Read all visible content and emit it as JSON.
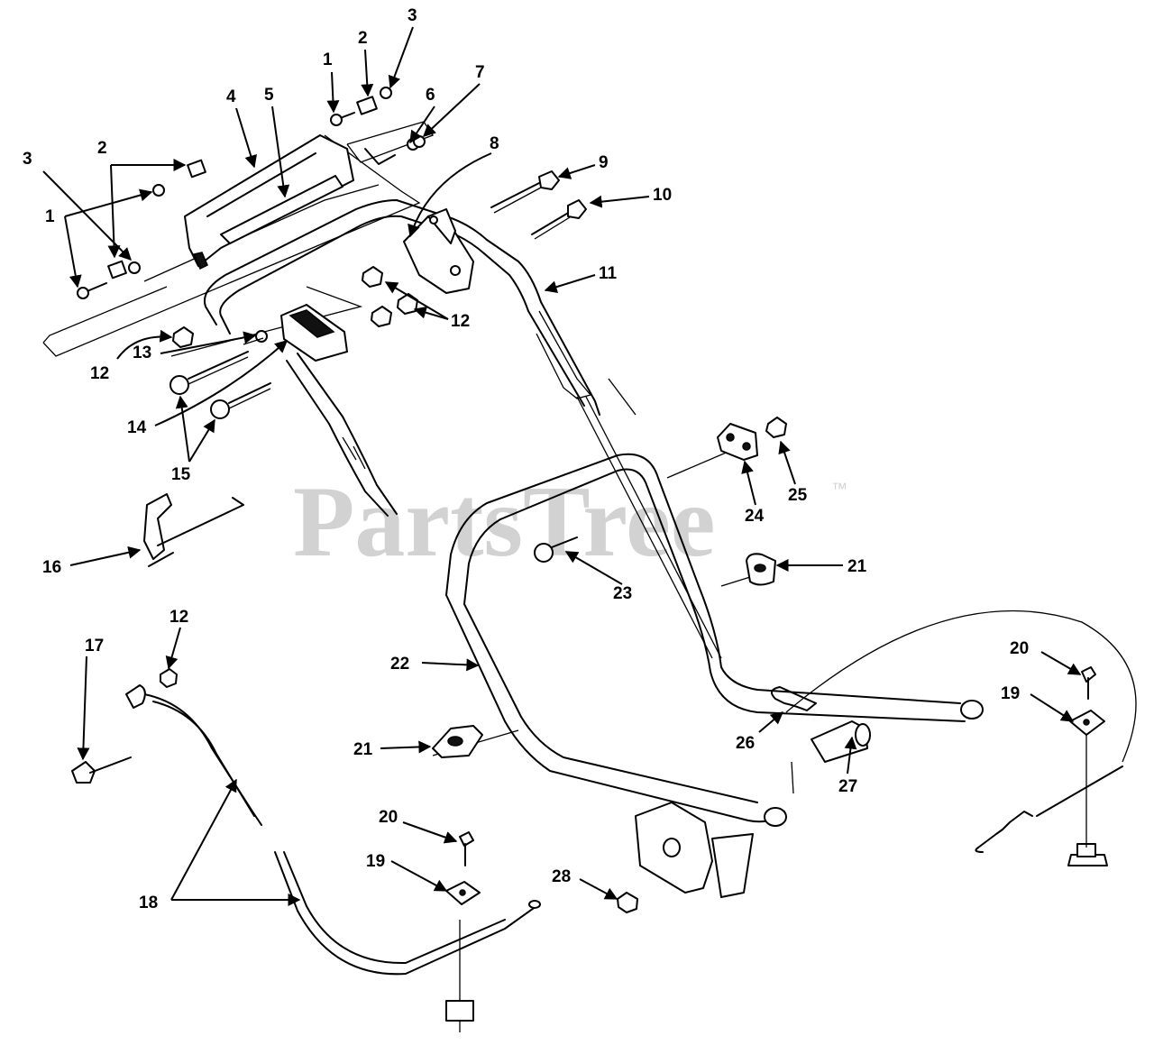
{
  "watermark": {
    "text": "PartsTree",
    "trademark": "™"
  },
  "callouts": [
    {
      "id": "c1a",
      "label": "1"
    },
    {
      "id": "c2a",
      "label": "2"
    },
    {
      "id": "c3a",
      "label": "3"
    },
    {
      "id": "c4",
      "label": "4"
    },
    {
      "id": "c5",
      "label": "5"
    },
    {
      "id": "c6",
      "label": "6"
    },
    {
      "id": "c7",
      "label": "7"
    },
    {
      "id": "c8",
      "label": "8"
    },
    {
      "id": "c9",
      "label": "9"
    },
    {
      "id": "c10",
      "label": "10"
    },
    {
      "id": "c11",
      "label": "11"
    },
    {
      "id": "c3b",
      "label": "3"
    },
    {
      "id": "c2b",
      "label": "2"
    },
    {
      "id": "c1b",
      "label": "1"
    },
    {
      "id": "c12a",
      "label": "12"
    },
    {
      "id": "c12b",
      "label": "12"
    },
    {
      "id": "c13",
      "label": "13"
    },
    {
      "id": "c14",
      "label": "14"
    },
    {
      "id": "c15",
      "label": "15"
    },
    {
      "id": "c16",
      "label": "16"
    },
    {
      "id": "c24",
      "label": "24"
    },
    {
      "id": "c25",
      "label": "25"
    },
    {
      "id": "c21a",
      "label": "21"
    },
    {
      "id": "c23",
      "label": "23"
    },
    {
      "id": "c17",
      "label": "17"
    },
    {
      "id": "c12c",
      "label": "12"
    },
    {
      "id": "c22",
      "label": "22"
    },
    {
      "id": "c20a",
      "label": "20"
    },
    {
      "id": "c19a",
      "label": "19"
    },
    {
      "id": "c26",
      "label": "26"
    },
    {
      "id": "c27",
      "label": "27"
    },
    {
      "id": "c21b",
      "label": "21"
    },
    {
      "id": "c18",
      "label": "18"
    },
    {
      "id": "c20b",
      "label": "20"
    },
    {
      "id": "c19b",
      "label": "19"
    },
    {
      "id": "c28",
      "label": "28"
    }
  ]
}
